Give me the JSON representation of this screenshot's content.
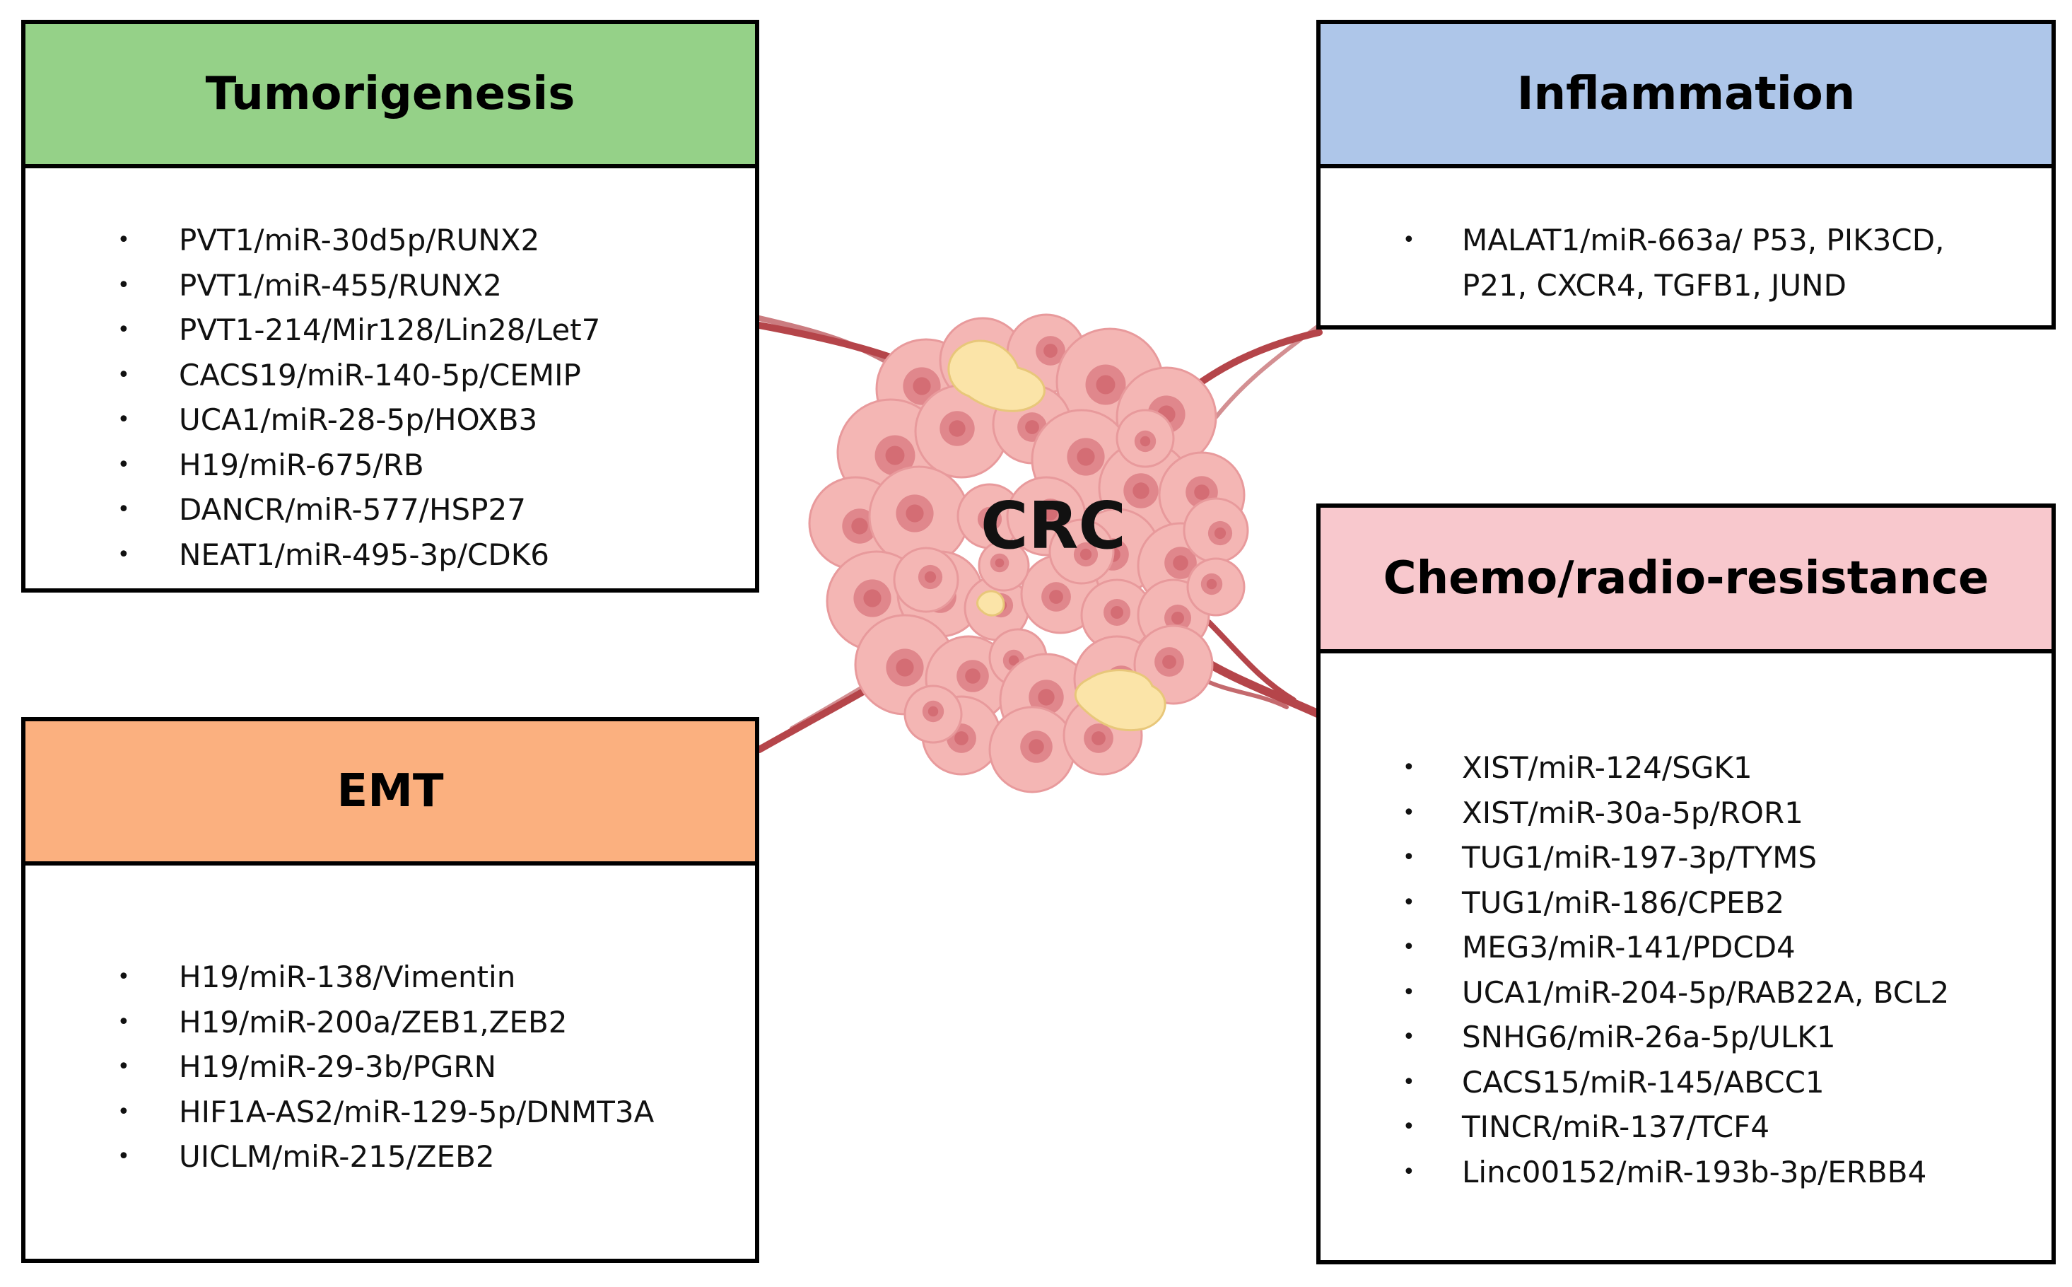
{
  "center": {
    "label": "CRC"
  },
  "tumorigenesis": {
    "title": "Tumorigenesis",
    "items": [
      "PVT1/miR-30d5p/RUNX2",
      "PVT1/miR-455/RUNX2",
      "PVT1-214/Mir128/Lin28/Let7",
      "CACS19/miR-140-5p/CEMIP",
      "UCA1/miR-28-5p/HOXB3",
      "H19/miR-675/RB",
      "DANCR/miR-577/HSP27",
      "NEAT1/miR-495-3p/CDK6"
    ]
  },
  "emt": {
    "title": "EMT",
    "items": [
      "H19/miR-138/Vimentin",
      "H19/miR-200a/ZEB1,ZEB2",
      "H19/miR-29-3b/PGRN",
      "HIF1A-AS2/miR-129-5p/DNMT3A",
      "UICLM/miR-215/ZEB2"
    ]
  },
  "inflammation": {
    "title": "Inflammation",
    "items": [
      "MALAT1/miR-663a/ P53, PIK3CD, P21, CXCR4, TGFB1, JUND"
    ]
  },
  "chemo": {
    "title": "Chemo/radio-resistance",
    "items": [
      "XIST/miR-124/SGK1",
      "XIST/miR-30a-5p/ROR1",
      "TUG1/miR-197-3p/TYMS",
      "TUG1/miR-186/CPEB2",
      "MEG3/miR-141/PDCD4",
      "UCA1/miR-204-5p/RAB22A, BCL2",
      "SNHG6/miR-26a-5p/ULK1",
      "CACS15/miR-145/ABCC1",
      "TINCR/miR-137/TCF4",
      "Linc00152/miR-193b-3p/ERBB4"
    ]
  },
  "colors": {
    "tumorigenesis_header": "#95d188",
    "emt_header": "#fbb07f",
    "inflammation_header": "#aec6e9",
    "chemo_header": "#f8c8cd",
    "cell_fill": "#f4b6b4",
    "cell_nucleus": "#e0878c",
    "vessel": "#b5454a",
    "stroma": "#fbe4a8"
  },
  "bullet_glyph": "•"
}
